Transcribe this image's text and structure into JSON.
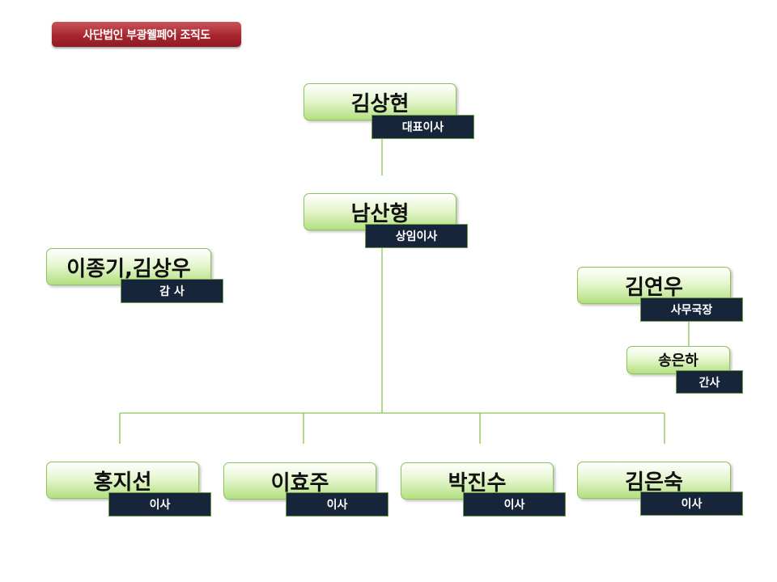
{
  "title": "사단법인 부광웰페어 조직도",
  "colors": {
    "title_badge": "#a8262e",
    "node_fill": "#c6eb9d",
    "node_border": "#8cc35a",
    "role_fill": "#17253a",
    "connector": "#8cc35a"
  },
  "org": {
    "ceo": {
      "name": "김상현",
      "role": "대표이사"
    },
    "standing_director": {
      "name": "남산형",
      "role": "상임이사"
    },
    "auditors": {
      "name": "이종기,김상우",
      "role": "감 사"
    },
    "secretary_general": {
      "name": "김연우",
      "role": "사무국장"
    },
    "staff": {
      "name": "송은하",
      "role": "간사"
    },
    "directors": [
      {
        "name": "홍지선",
        "role": "이사"
      },
      {
        "name": "이효주",
        "role": "이사"
      },
      {
        "name": "박진수",
        "role": "이사"
      },
      {
        "name": "김은숙",
        "role": "이사"
      }
    ]
  }
}
